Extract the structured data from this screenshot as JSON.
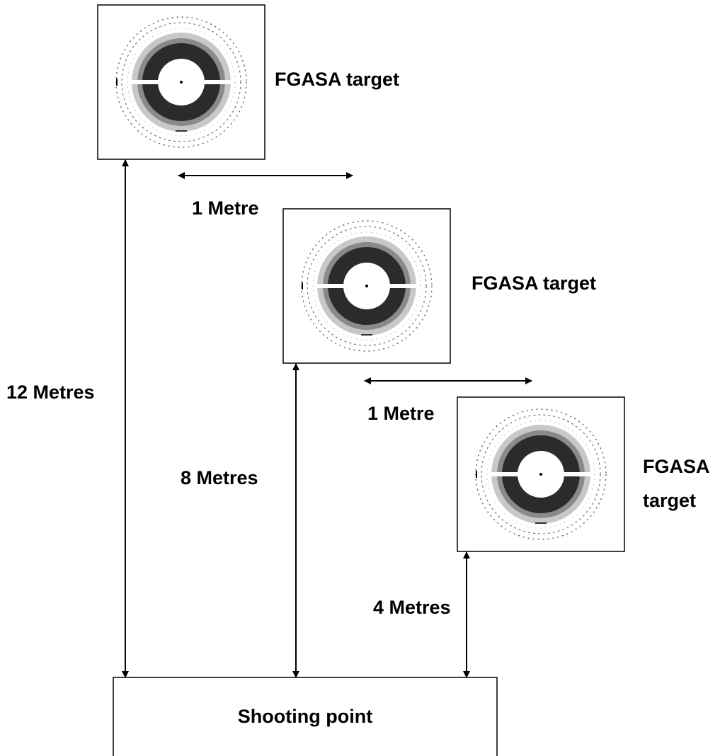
{
  "colors": {
    "ink": "#000000",
    "paper": "#ffffff",
    "ring_dark": "#2b2b2b",
    "ring_mid": "#8a8a8a",
    "ring_light": "#c8c8c8"
  },
  "targets": [
    {
      "label": "FGASA target"
    },
    {
      "label": "FGASA target"
    },
    {
      "label_line1": "FGASA",
      "label_line2": "target"
    }
  ],
  "spacing_labels": [
    "1 Metre",
    "1 Metre"
  ],
  "distance_labels": [
    "12 Metres",
    "8 Metres",
    "4 Metres"
  ],
  "shooting_point": {
    "label": "Shooting point"
  }
}
